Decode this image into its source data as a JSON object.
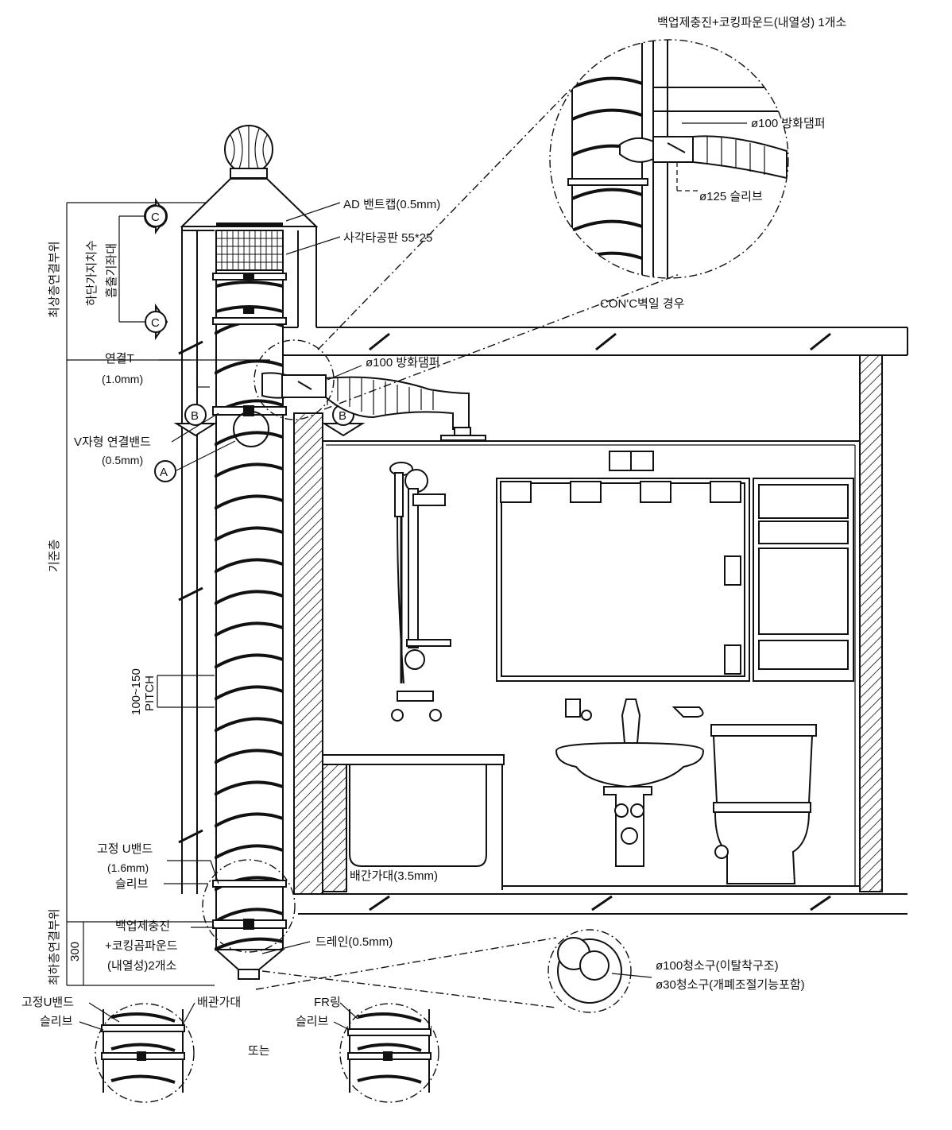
{
  "labels": {
    "backup_top": "백업제충진+코킹파운드(내열성) 1개소",
    "damper_detail": "ø100 방화댐퍼",
    "sleeve_detail": "ø125 슬리브",
    "ad_vent_cap": "AD 밴트캡(0.5mm)",
    "square_plate": "사각타공판 55*25",
    "conc_wall": "CON'C벽일 경우",
    "connect_t": "연결T",
    "connect_t_spec": "(1.0mm)",
    "damper_main": "ø100 방화댐퍼",
    "v_band": "V자형 연결밴드",
    "v_band_spec": "(0.5mm)",
    "pitch_value": "100~150",
    "pitch_unit": "PITCH",
    "fix_u_band": "고정 U밴드",
    "fix_u_band_spec": "(1.6mm)",
    "sleeve": "슬리브",
    "backup_bottom_1": "백업제충진",
    "backup_bottom_2": "+코킹곰파운드",
    "backup_bottom_3": "(내열성)2개소",
    "drain": "드레인(0.5mm)",
    "pipe_support": "배간가대(3.5mm)",
    "cleanout_1": "ø100청소구(이탈착구조)",
    "cleanout_2": "ø30청소구(개폐조절기능포함)",
    "fix_u_band_2": "고정U밴드",
    "pipe_rack": "배관가대",
    "sleeve_2": "슬리브",
    "fr_ring": "FR링",
    "sleeve_3": "슬리브",
    "or_text": "또는",
    "dim_300": "300"
  },
  "side_labels": {
    "top_connect": "최상층연결부위",
    "bottom_dim": "하단가지치수",
    "suction_max": "흡출기좌대",
    "standard_floor": "기준층",
    "bottom_connect": "최하층연결부위"
  },
  "markers": {
    "c": "C",
    "b": "B",
    "a": "A"
  }
}
